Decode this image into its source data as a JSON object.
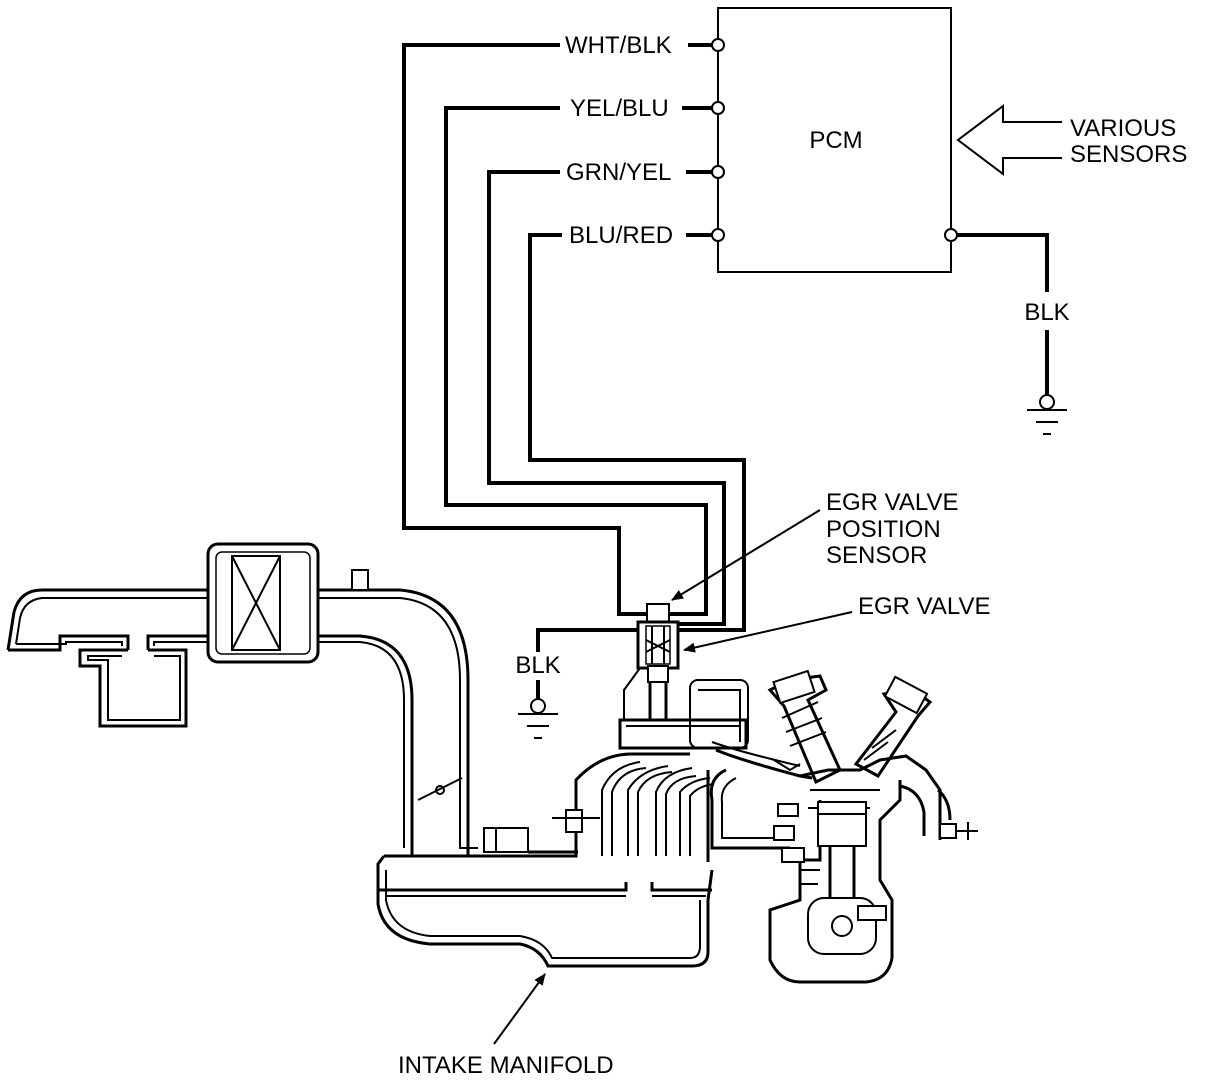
{
  "pcm": {
    "label": "PCM"
  },
  "various_sensors": {
    "line1": "VARIOUS",
    "line2": "SENSORS"
  },
  "wires": {
    "wht_blk": "WHT/BLK",
    "yel_blu": "YEL/BLU",
    "grn_yel": "GRN/YEL",
    "blu_red": "BLU/RED",
    "blk_pcm": "BLK",
    "blk_valve": "BLK"
  },
  "callouts": {
    "egr_sensor": {
      "line1": "EGR VALVE",
      "line2": "POSITION",
      "line3": "SENSOR"
    },
    "egr_valve": "EGR VALVE",
    "intake_manifold": "INTAKE MANIFOLD"
  }
}
